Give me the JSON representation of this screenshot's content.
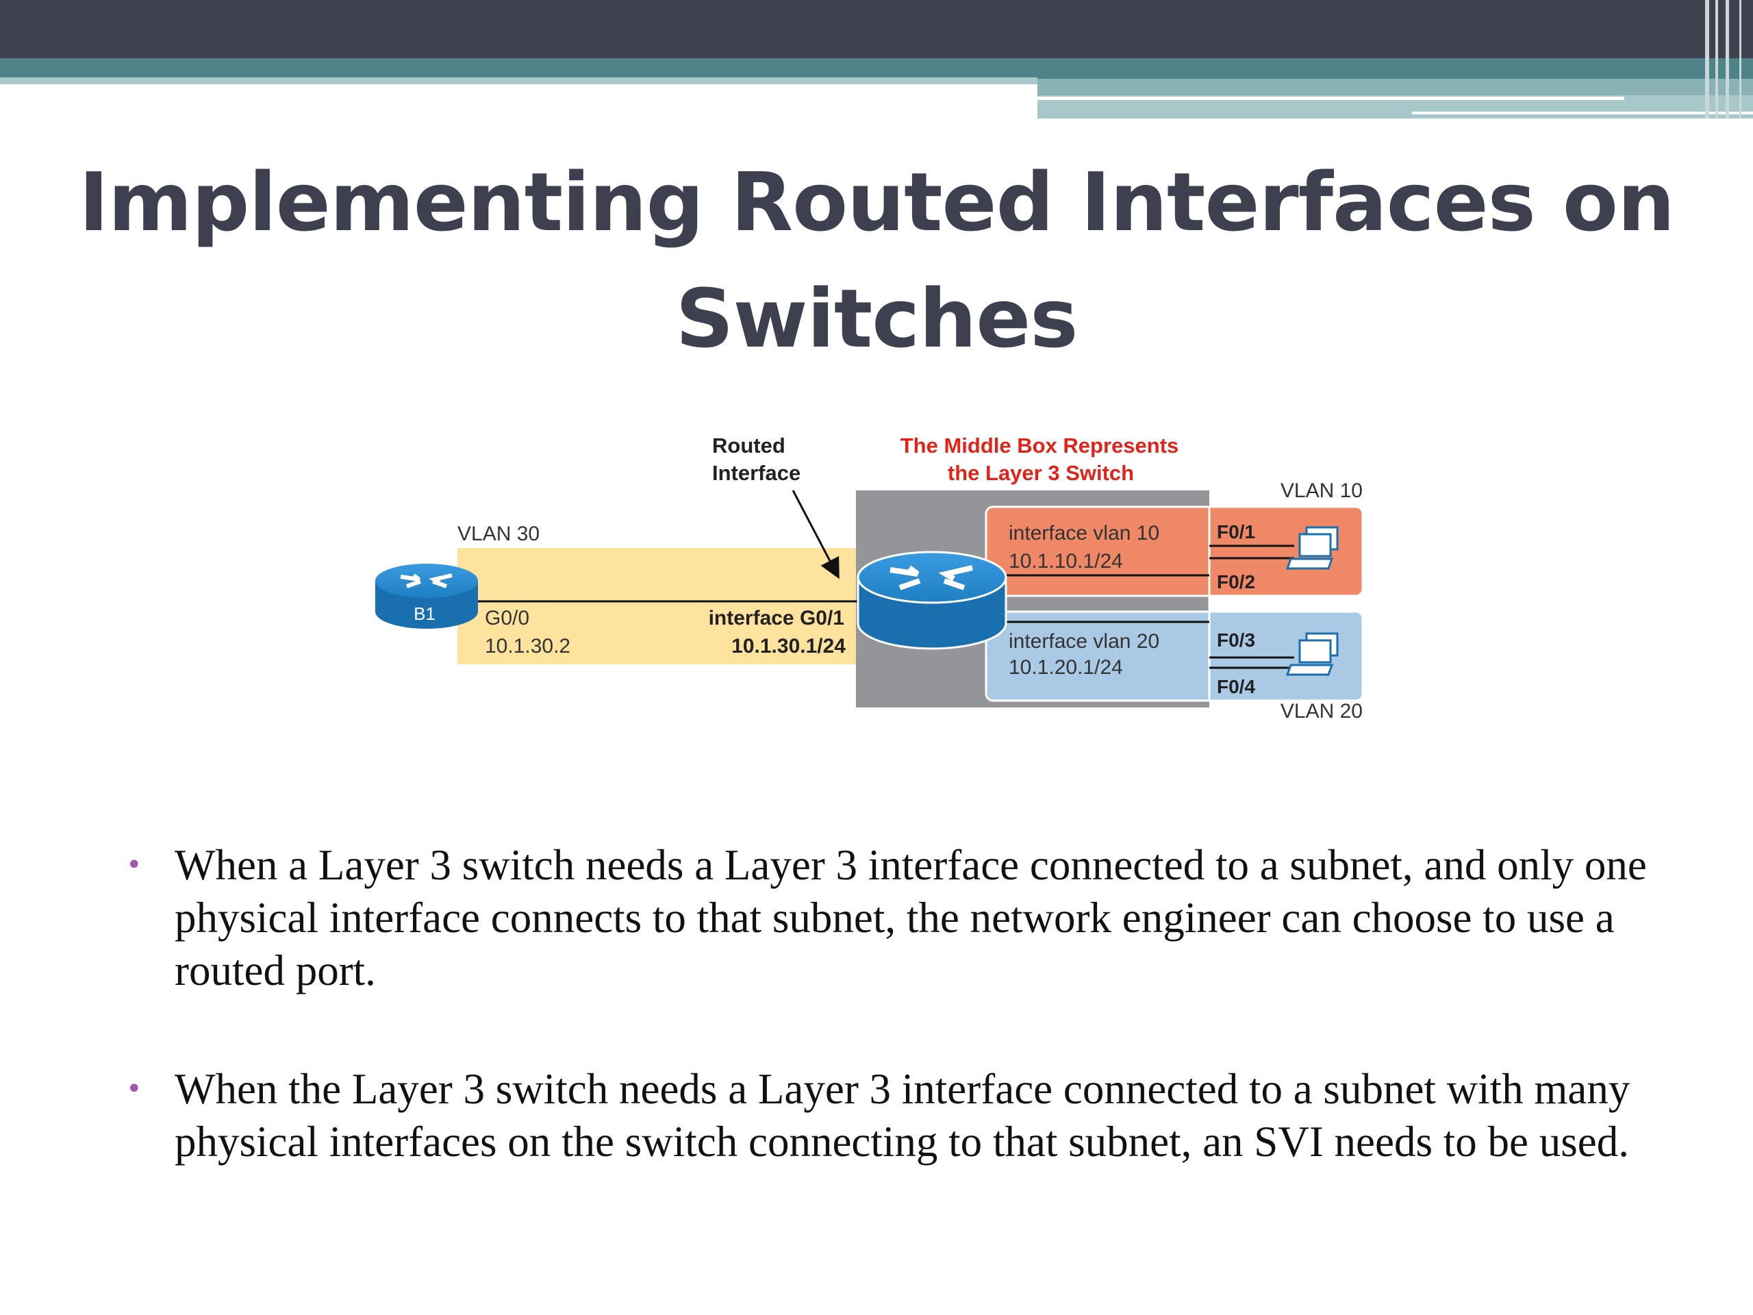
{
  "slide": {
    "title_line1": "Implementing Routed Interfaces on",
    "title_line2": "Switches"
  },
  "diagram": {
    "routed_interface_line1": "Routed",
    "routed_interface_line2": "Interface",
    "middle_box_line1": "The Middle Box Represents",
    "middle_box_line2": "the Layer 3 Switch",
    "vlan30_label": "VLAN 30",
    "vlan10_label": "VLAN 10",
    "vlan20_label": "VLAN 20",
    "router_label": "B1",
    "b1_interface": "G0/0",
    "b1_ip": "10.1.30.2",
    "switch_interface": "interface G0/1",
    "switch_ip": "10.1.30.1/24",
    "svi10_name": "interface vlan 10",
    "svi10_ip": "10.1.10.1/24",
    "svi20_name": "interface vlan 20",
    "svi20_ip": "10.1.20.1/24",
    "port_f01": "F0/1",
    "port_f02": "F0/2",
    "port_f03": "F0/3",
    "port_f04": "F0/4",
    "colors": {
      "vlan30_fill": "#fde39e",
      "vlan10_fill": "#ef8866",
      "vlan20_fill": "#a9c9e5",
      "switch_box": "#939598",
      "router_blue": "#1f7fc3",
      "annotation_red": "#e2231a"
    }
  },
  "bullets": [
    "When a Layer 3 switch needs a Layer 3 interface connected to a subnet, and only one physical interface connects to that subnet, the network engineer can choose to use a routed port.",
    "When the Layer 3 switch needs a Layer 3 interface connected to a subnet with many physical interfaces on the switch connecting to that subnet, an SVI needs to be used."
  ],
  "bullet_marker": "•"
}
